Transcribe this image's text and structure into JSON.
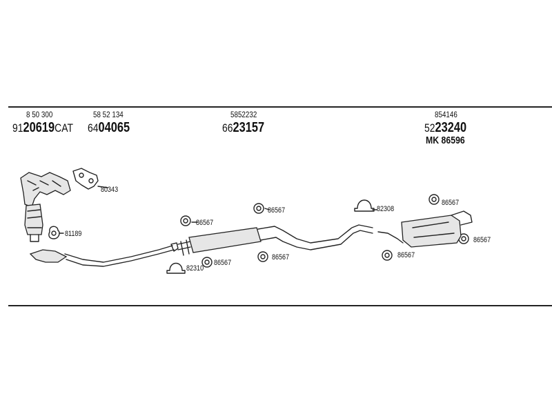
{
  "header": {
    "col1": {
      "top": "8 50 300",
      "prefix": "91",
      "strong": "20619",
      "suffix": "CAT"
    },
    "col2": {
      "top": "58 52 134",
      "prefix": "64",
      "strong": "04065"
    },
    "col3": {
      "top": "5852232",
      "prefix": "66",
      "strong": "23157"
    },
    "col4": {
      "top": "854146",
      "prefix": "52",
      "strong": "23240",
      "kit": "MK  86596"
    }
  },
  "parts": {
    "p80343": "80343",
    "p81189": "81189",
    "p86567_a": "86567",
    "p86567_b": "86567",
    "p86567_c": "86567",
    "p86567_d": "86567",
    "p86567_e": "86567",
    "p86567_f": "86567",
    "p86567_g": "86567",
    "p82310": "82310",
    "p82308": "82308"
  }
}
